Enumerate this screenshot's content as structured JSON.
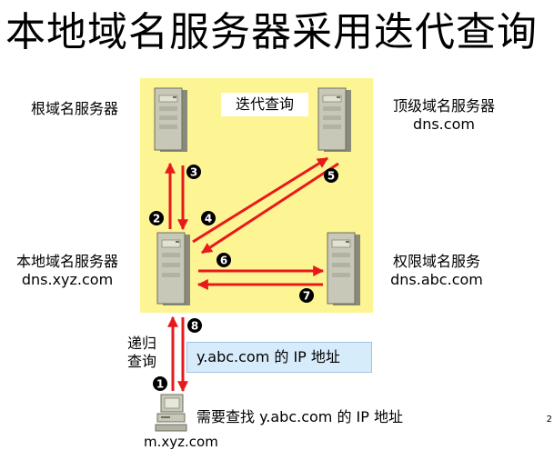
{
  "title": "本地域名服务器采用迭代查询",
  "panel_caption": "迭代查询",
  "servers": {
    "root": {
      "label": "根域名服务器"
    },
    "tld": {
      "label": "顶级域名服务器",
      "host": "dns.com"
    },
    "local": {
      "label": "本地域名服务器",
      "host": "dns.xyz.com"
    },
    "auth": {
      "label": "权限域名服务",
      "host": "dns.abc.com"
    }
  },
  "steps": [
    "1",
    "2",
    "3",
    "4",
    "5",
    "6",
    "7",
    "8"
  ],
  "recursive_label": {
    "line1": "递归",
    "line2": "查询"
  },
  "answer_box": "y.abc.com 的 IP 地址",
  "query_text": "需要查找 y.abc.com 的 IP 地址",
  "host": {
    "name": "m.xyz.com"
  },
  "page_number": "2",
  "colors": {
    "panel": "#fdf493",
    "arrow": "#e8191b",
    "answer_box": "#d7ecfb"
  }
}
